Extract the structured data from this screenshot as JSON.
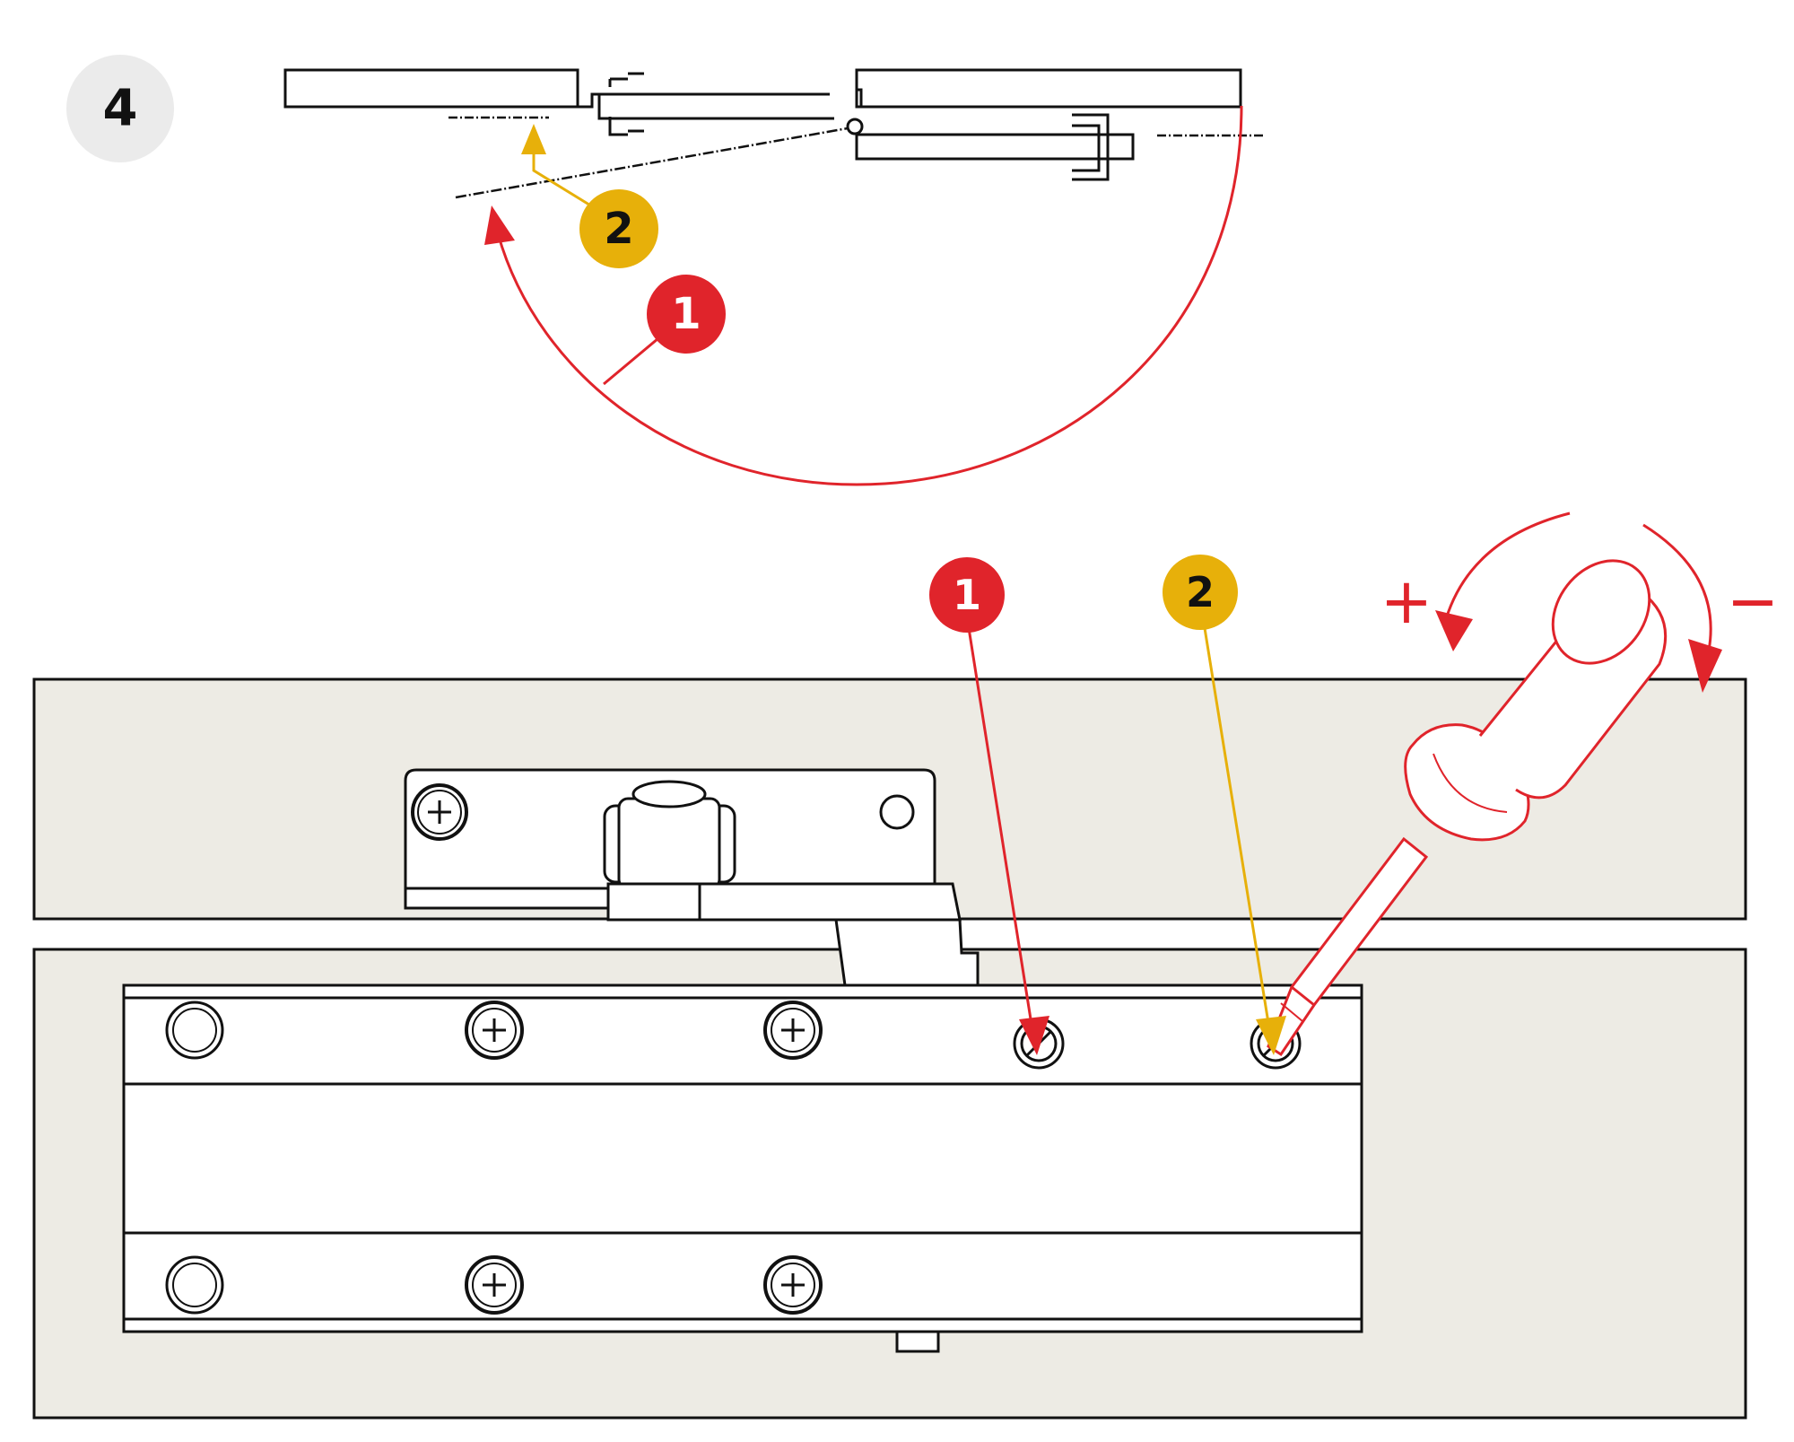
{
  "step": {
    "number": "4"
  },
  "callouts": {
    "top_one": "1",
    "top_two": "2",
    "bottom_one": "1",
    "bottom_two": "2"
  },
  "adjust": {
    "plus": "+",
    "minus": "−"
  },
  "colors": {
    "red": "#e0242b",
    "yellow": "#e7b00a",
    "panel": "#edebe4",
    "step_badge": "#ebebeb",
    "ink": "#111111"
  }
}
